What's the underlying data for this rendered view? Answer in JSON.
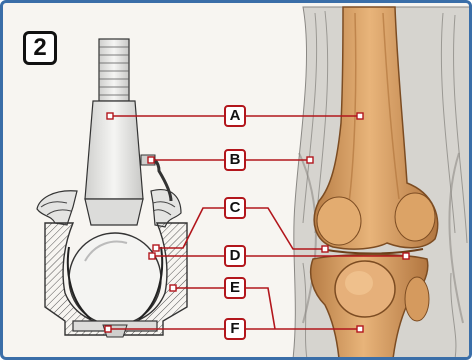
{
  "figure_number": "2",
  "labels": [
    "A",
    "B",
    "C",
    "D",
    "E",
    "F"
  ],
  "colors": {
    "accent_red": "#b2161c",
    "frame_blue": "#3a6ea8",
    "bone": "#d9a46a",
    "bone_dark": "#a8703a",
    "tissue": "#c9c7c2",
    "metal": "#e9e9e7"
  }
}
